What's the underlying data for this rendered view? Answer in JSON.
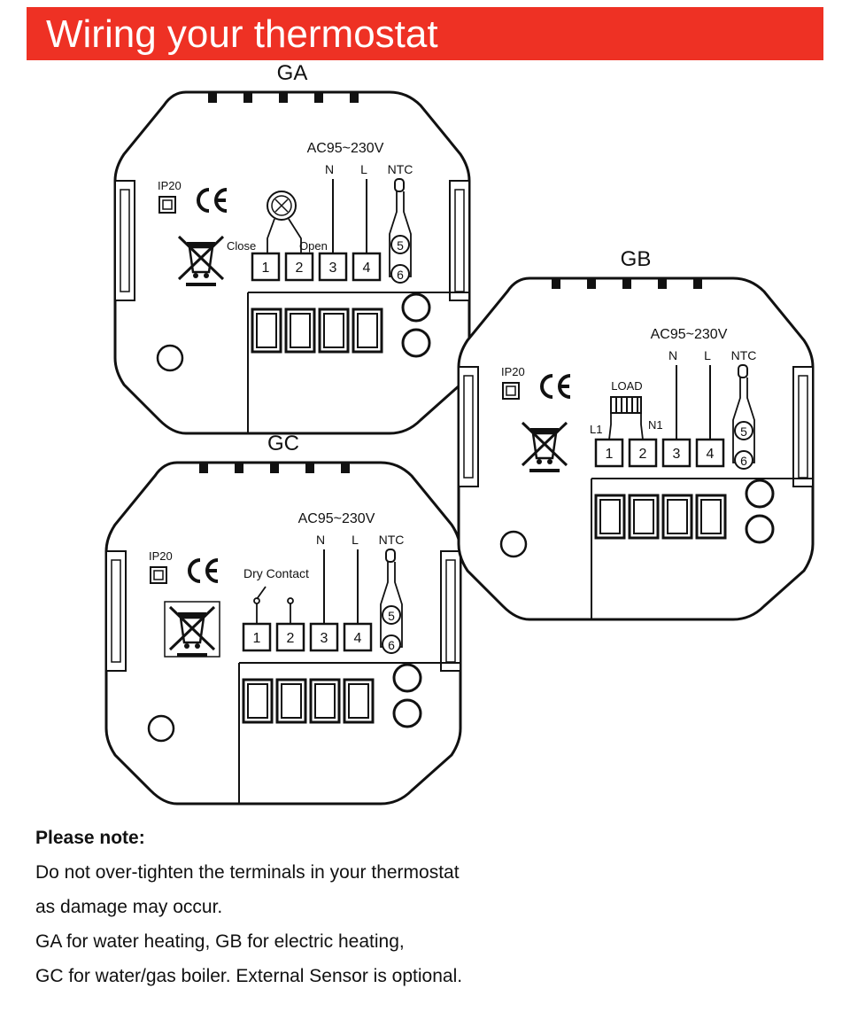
{
  "header": {
    "title": "Wiring your thermostat"
  },
  "devices": {
    "ga": {
      "label": "GA",
      "voltage": "AC95~230V",
      "ip": "IP20",
      "ce": "CE",
      "n": "N",
      "l": "L",
      "ntc": "NTC",
      "close": "Close",
      "open": "Open",
      "terminals": [
        "1",
        "2",
        "3",
        "4"
      ],
      "sensor_terminals": [
        "5",
        "6"
      ]
    },
    "gb": {
      "label": "GB",
      "voltage": "AC95~230V",
      "ip": "IP20",
      "ce": "CE",
      "n": "N",
      "l": "L",
      "ntc": "NTC",
      "load": "LOAD",
      "l1": "L1",
      "n1": "N1",
      "terminals": [
        "1",
        "2",
        "3",
        "4"
      ],
      "sensor_terminals": [
        "5",
        "6"
      ]
    },
    "gc": {
      "label": "GC",
      "voltage": "AC95~230V",
      "ip": "IP20",
      "ce": "CE",
      "n": "N",
      "l": "L",
      "ntc": "NTC",
      "dry_contact": "Dry Contact",
      "terminals": [
        "1",
        "2",
        "3",
        "4"
      ],
      "sensor_terminals": [
        "5",
        "6"
      ]
    }
  },
  "notes": {
    "heading": "Please note:",
    "lines": [
      "Do not over-tighten the terminals in your thermostat",
      "as damage may occur.",
      "GA for water heating, GB for electric heating,",
      "GC for water/gas boiler. External Sensor is optional."
    ]
  }
}
